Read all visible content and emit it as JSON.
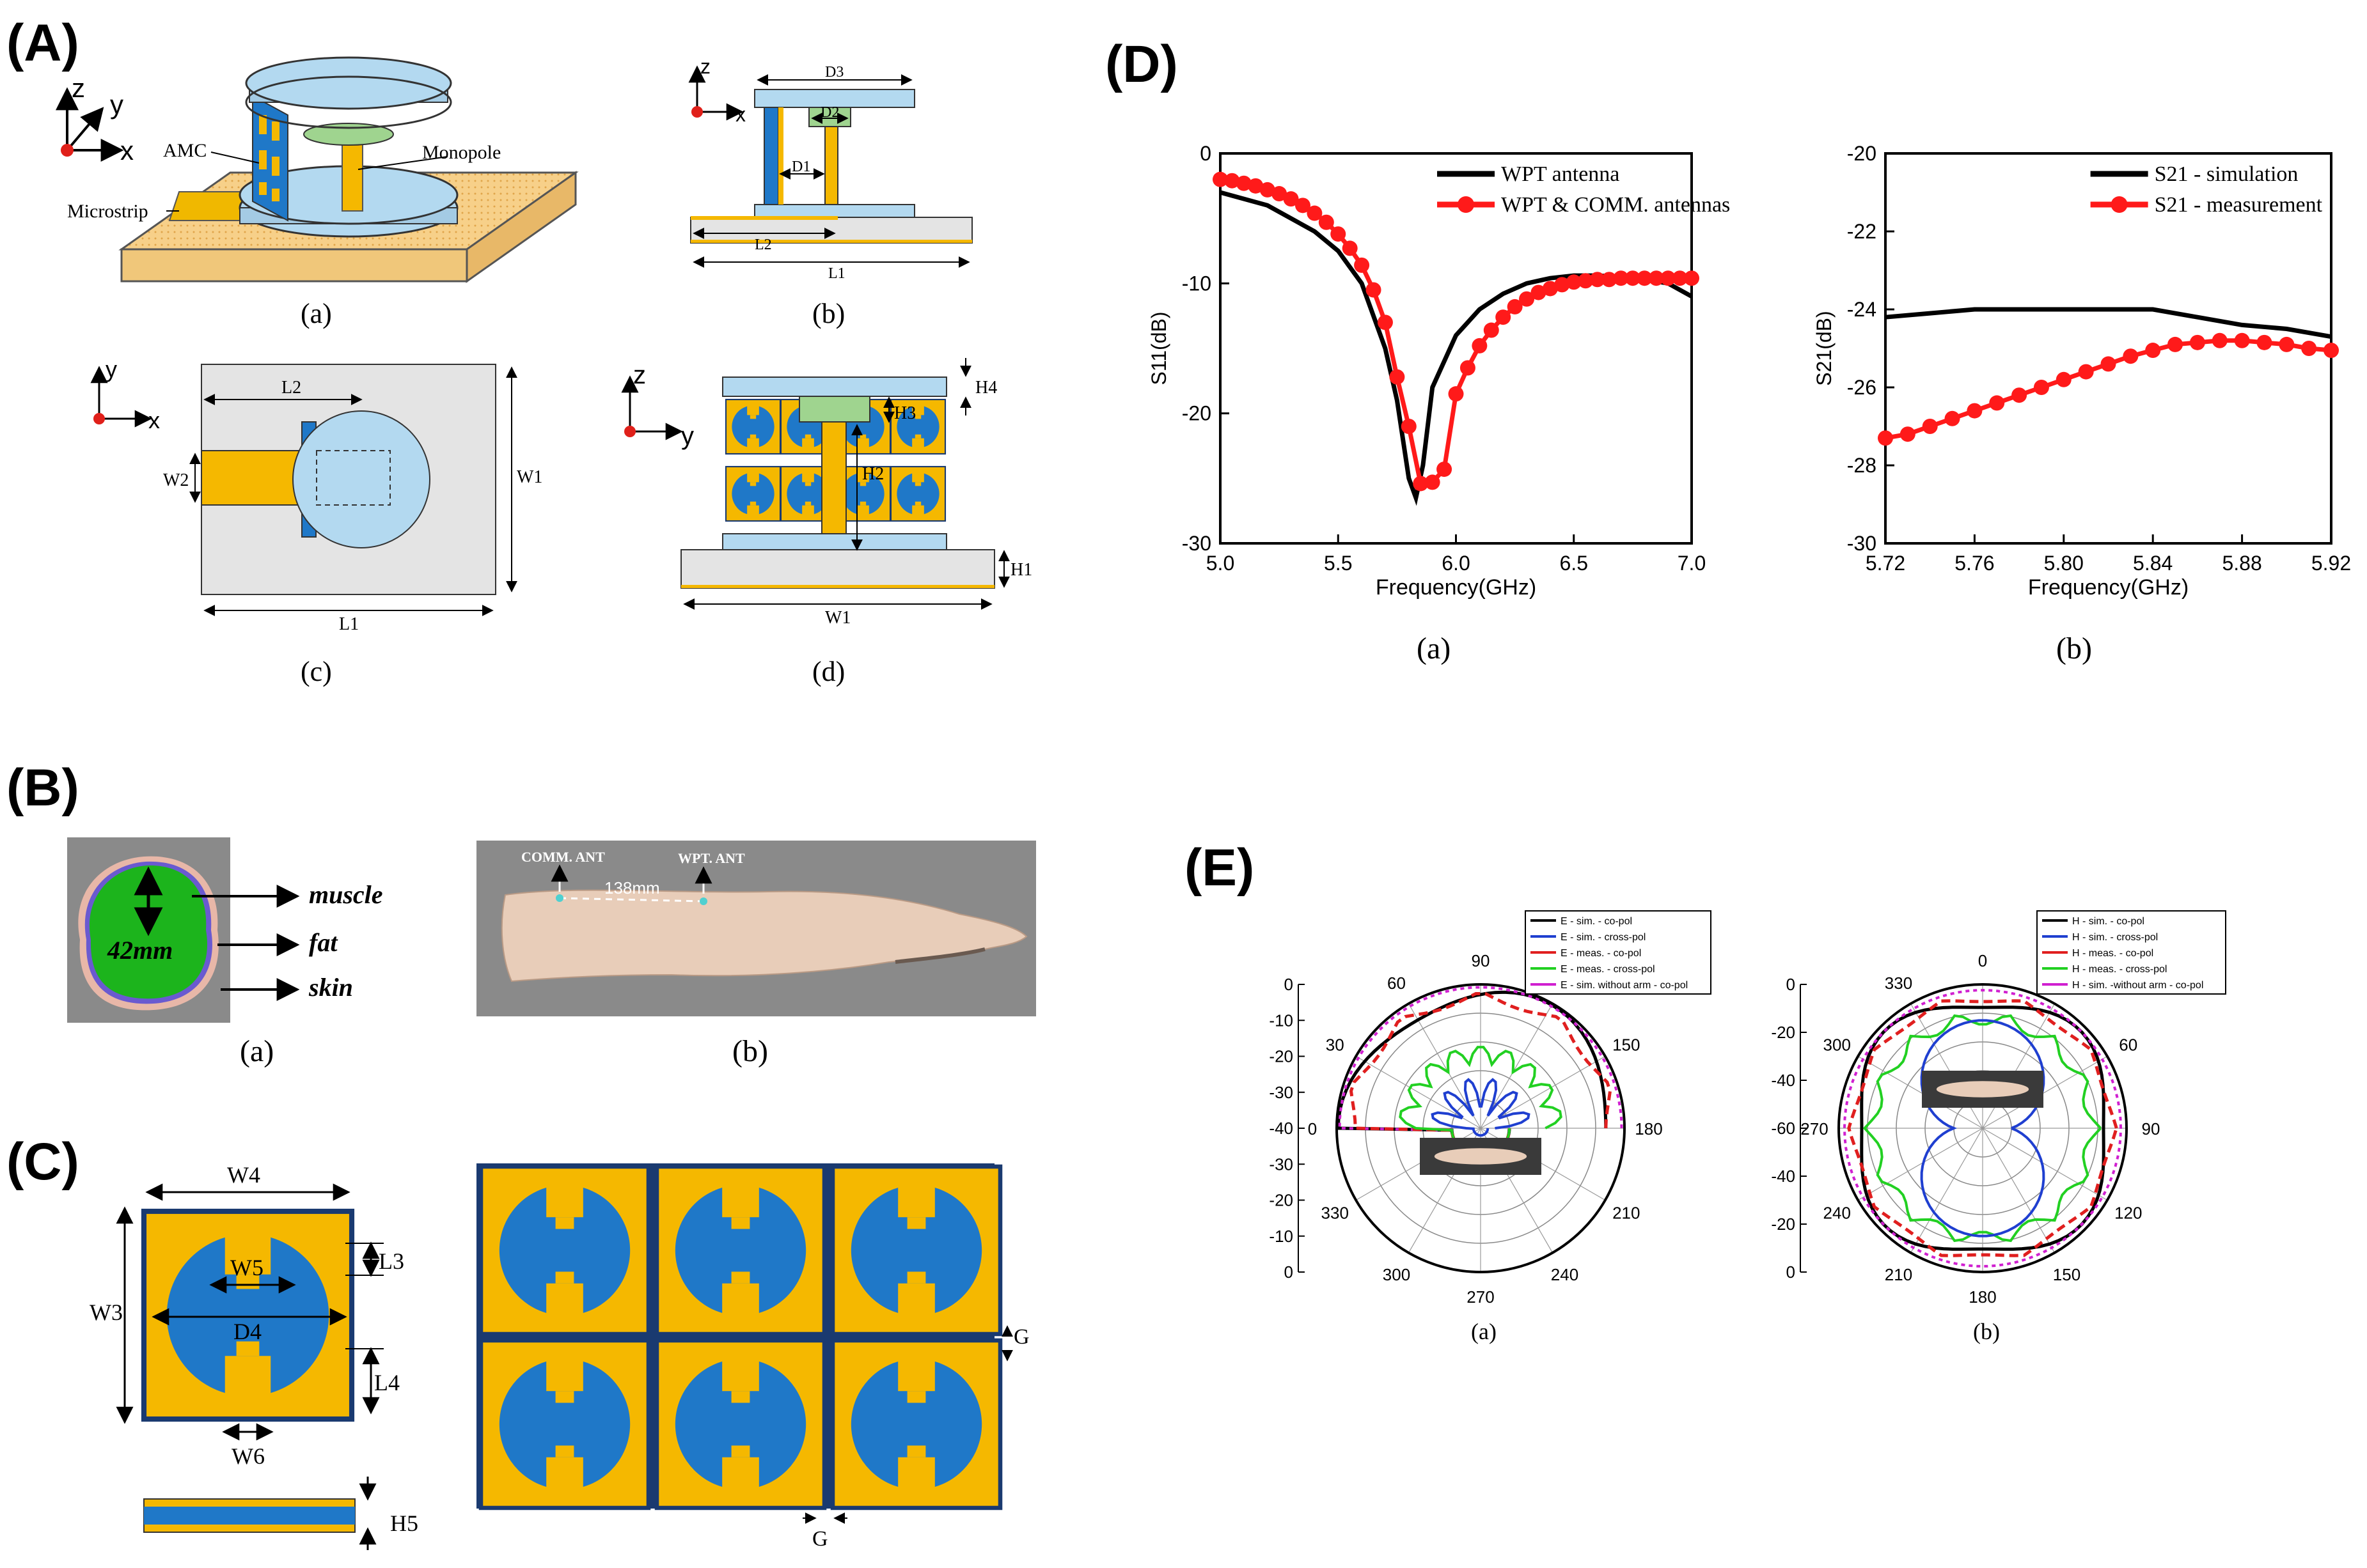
{
  "panels": {
    "A": "(A)",
    "B": "(B)",
    "C": "(C)",
    "D": "(D)",
    "E": "(E)"
  },
  "sub": {
    "a": "(a)",
    "b": "(b)",
    "c": "(c)",
    "d": "(d)"
  },
  "axes3d": {
    "x": "x",
    "y": "y",
    "z": "z"
  },
  "A": {
    "a_labels": {
      "amc": "AMC",
      "monopole": "Monopole",
      "microstrip": "Microstrip"
    },
    "b_labels": {
      "d3": "D3",
      "d2": "D2",
      "d1": "D1",
      "l2": "L2",
      "l1": "L1"
    },
    "c_labels": {
      "l2": "L2",
      "w2": "W2",
      "w1": "W1",
      "l1": "L1"
    },
    "d_labels": {
      "h4": "H4",
      "h3": "H3",
      "h2": "H2",
      "h1": "H1",
      "w1": "W1"
    }
  },
  "B": {
    "diameter": "42mm",
    "muscle": "muscle",
    "fat": "fat",
    "skin": "skin",
    "comm": "COMM. ANT",
    "wpt": "WPT. ANT",
    "dist": "138mm"
  },
  "C": {
    "w4": "W4",
    "w5": "W5",
    "w3": "W3",
    "d4": "D4",
    "l3": "L3",
    "l4": "L4",
    "w6": "W6",
    "h5": "H5",
    "g": "G"
  },
  "colors": {
    "blue": "#1f78c8",
    "gold": "#f5b800",
    "green": "#17b317",
    "lightblue": "#b3d9f0",
    "red": "#ff1a1a"
  },
  "chart_data": [
    {
      "type": "line",
      "id": "D-a",
      "xlabel": "Frequency(GHz)",
      "ylabel": "S11(dB)",
      "xlim": [
        5.0,
        7.0
      ],
      "ylim": [
        -30,
        0
      ],
      "xticks": [
        "5.0",
        "5.5",
        "6.0",
        "6.5",
        "7.0"
      ],
      "yticks": [
        "0",
        "-10",
        "-20",
        "-30"
      ],
      "legend": "top-right",
      "series": [
        {
          "name": "WPT antenna",
          "color": "#000000",
          "markers": false,
          "x": [
            5.0,
            5.2,
            5.4,
            5.5,
            5.6,
            5.7,
            5.75,
            5.8,
            5.83,
            5.86,
            5.9,
            6.0,
            6.1,
            6.2,
            6.3,
            6.4,
            6.5,
            6.6,
            6.7,
            6.8,
            6.9,
            7.0
          ],
          "y": [
            -3,
            -4,
            -6,
            -7.5,
            -10,
            -15,
            -19,
            -25,
            -26.5,
            -24,
            -18,
            -14,
            -12,
            -10.8,
            -10,
            -9.6,
            -9.4,
            -9.4,
            -9.5,
            -9.7,
            -10,
            -11
          ]
        },
        {
          "name": "WPT & COMM. antennas",
          "color": "#ff1a1a",
          "markers": true,
          "x": [
            5.0,
            5.05,
            5.1,
            5.15,
            5.2,
            5.25,
            5.3,
            5.35,
            5.4,
            5.45,
            5.5,
            5.55,
            5.6,
            5.65,
            5.7,
            5.75,
            5.8,
            5.85,
            5.9,
            5.95,
            6.0,
            6.05,
            6.1,
            6.15,
            6.2,
            6.25,
            6.3,
            6.35,
            6.4,
            6.45,
            6.5,
            6.55,
            6.6,
            6.65,
            6.7,
            6.75,
            6.8,
            6.85,
            6.9,
            6.95,
            7.0
          ],
          "y": [
            -2.0,
            -2.1,
            -2.3,
            -2.5,
            -2.8,
            -3.1,
            -3.5,
            -4.0,
            -4.6,
            -5.3,
            -6.2,
            -7.3,
            -8.6,
            -10.5,
            -13,
            -17.2,
            -21,
            -25.4,
            -25.3,
            -24.3,
            -18.5,
            -16.5,
            -14.8,
            -13.6,
            -12.6,
            -11.8,
            -11.2,
            -10.7,
            -10.4,
            -10.1,
            -9.9,
            -9.8,
            -9.7,
            -9.7,
            -9.6,
            -9.6,
            -9.6,
            -9.6,
            -9.6,
            -9.6,
            -9.6
          ]
        }
      ]
    },
    {
      "type": "line",
      "id": "D-b",
      "xlabel": "Frequency(GHz)",
      "ylabel": "S21(dB)",
      "xlim": [
        5.72,
        5.92
      ],
      "ylim": [
        -30,
        -20
      ],
      "xticks": [
        "5.72",
        "5.76",
        "5.80",
        "5.84",
        "5.88",
        "5.92"
      ],
      "yticks": [
        "-20",
        "-22",
        "-24",
        "-26",
        "-28",
        "-30"
      ],
      "legend": "top-right",
      "series": [
        {
          "name": "S21 - simulation",
          "color": "#000000",
          "markers": false,
          "x": [
            5.72,
            5.74,
            5.76,
            5.78,
            5.8,
            5.82,
            5.84,
            5.86,
            5.88,
            5.9,
            5.92
          ],
          "y": [
            -24.2,
            -24.1,
            -24.0,
            -24.0,
            -24.0,
            -24.0,
            -24.0,
            -24.2,
            -24.4,
            -24.5,
            -24.7
          ]
        },
        {
          "name": "S21 - measurement",
          "color": "#ff1a1a",
          "markers": true,
          "x": [
            5.72,
            5.73,
            5.74,
            5.75,
            5.76,
            5.77,
            5.78,
            5.79,
            5.8,
            5.81,
            5.82,
            5.83,
            5.84,
            5.85,
            5.86,
            5.87,
            5.88,
            5.89,
            5.9,
            5.91,
            5.92
          ],
          "y": [
            -27.3,
            -27.2,
            -27.0,
            -26.8,
            -26.6,
            -26.4,
            -26.2,
            -26.0,
            -25.8,
            -25.6,
            -25.4,
            -25.2,
            -25.05,
            -24.9,
            -24.85,
            -24.8,
            -24.8,
            -24.85,
            -24.9,
            -25.0,
            -25.05
          ]
        }
      ]
    },
    {
      "type": "polar",
      "id": "E-a",
      "rticks": [
        "0",
        "-10",
        "-20",
        "-30",
        "-40",
        "-30",
        "-20",
        "-10",
        "0"
      ],
      "angles": [
        "90",
        "150",
        "180",
        "210",
        "240",
        "270",
        "300",
        "330",
        "0",
        "30",
        "60"
      ],
      "legend": "top-right",
      "series": [
        {
          "name": "E - sim. - co-pol",
          "color": "#000000"
        },
        {
          "name": "E - sim. - cross-pol",
          "color": "#1f3fd0"
        },
        {
          "name": "E - meas. - co-pol",
          "color": "#e01f1f"
        },
        {
          "name": "E - meas. - cross-pol",
          "color": "#22d022"
        },
        {
          "name": "E - sim. without arm - co-pol",
          "color": "#d020d0"
        }
      ]
    },
    {
      "type": "polar",
      "id": "E-b",
      "rticks": [
        "0",
        "-20",
        "-40",
        "-60",
        "-40",
        "-20",
        "0"
      ],
      "angles": [
        "0",
        "60",
        "90",
        "120",
        "150",
        "180",
        "210",
        "240",
        "270",
        "300",
        "330"
      ],
      "legend": "top-right",
      "series": [
        {
          "name": "H - sim. - co-pol",
          "color": "#000000"
        },
        {
          "name": "H - sim. - cross-pol",
          "color": "#1f3fd0"
        },
        {
          "name": "H - meas. - co-pol",
          "color": "#e01f1f"
        },
        {
          "name": "H - meas. - cross-pol",
          "color": "#22d022"
        },
        {
          "name": "H - sim. -without arm - co-pol",
          "color": "#d020d0"
        }
      ]
    }
  ]
}
